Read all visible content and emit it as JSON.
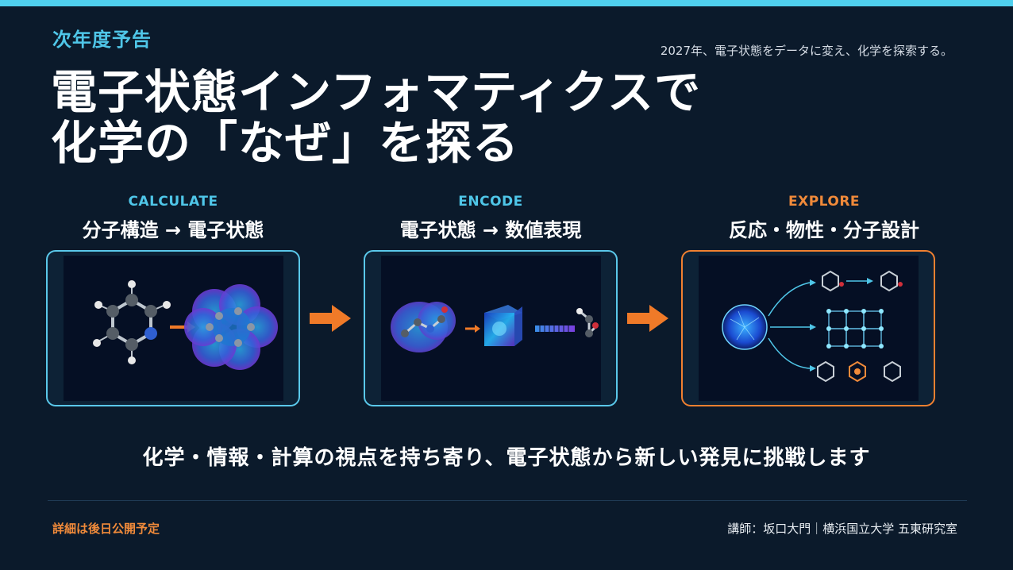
{
  "header": {
    "kicker": "次年度予告",
    "tagline": "2027年、電子状態をデータに変え、化学を探索する。",
    "title_line1": "電子状態インフォマティクスで",
    "title_line2": "化学の「なぜ」を探る"
  },
  "steps": [
    {
      "en": "CALCULATE",
      "jp": "分子構造 → 電子状態",
      "color": "#4fc6e8"
    },
    {
      "en": "ENCODE",
      "jp": "電子状態 → 数値表現",
      "color": "#4fc6e8"
    },
    {
      "en": "EXPLORE",
      "jp": "反応・物性・分子設計",
      "color": "#f08a3a"
    }
  ],
  "colors": {
    "accent_blue": "#4fd0ee",
    "accent_orange": "#f08030",
    "background": "#0b1a2b"
  },
  "message": "化学・情報・計算の視点を持ち寄り、電子状態から新しい発見に挑戦します",
  "footer": {
    "left": "詳細は後日公開予定",
    "right": "講師：坂口大門｜横浜国立大学 五東研究室"
  }
}
